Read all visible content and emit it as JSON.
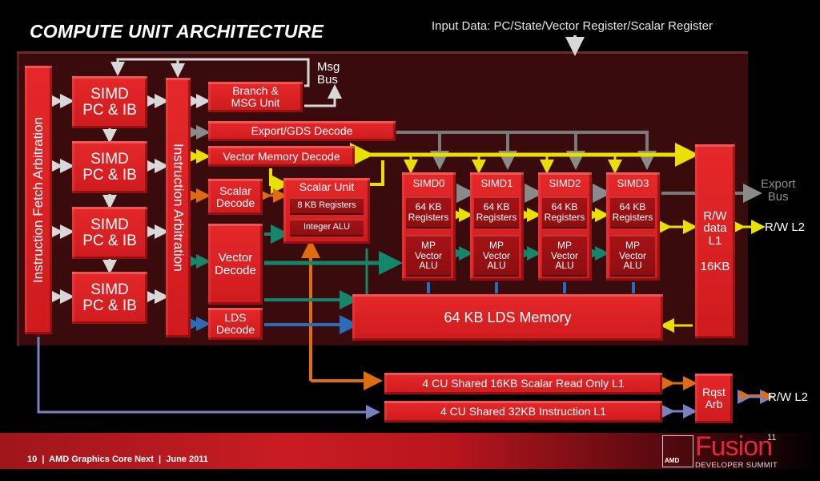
{
  "slide": {
    "title": "COMPUTE UNIT ARCHITECTURE",
    "input_data_label": "Input Data: PC/State/Vector Register/Scalar Register"
  },
  "blocks": {
    "instruction_fetch_arbitration": "Instruction Fetch Arbitration",
    "instruction_arbitration": "Instruction Arbitration",
    "simd_pc_ib": [
      {
        "line1": "SIMD",
        "line2": "PC & IB"
      },
      {
        "line1": "SIMD",
        "line2": "PC & IB"
      },
      {
        "line1": "SIMD",
        "line2": "PC & IB"
      },
      {
        "line1": "SIMD",
        "line2": "PC & IB"
      }
    ],
    "branch_msg_unit": {
      "line1": "Branch &",
      "line2": "MSG Unit"
    },
    "msg_bus": {
      "line1": "Msg",
      "line2": "Bus"
    },
    "export_gds_decode": "Export/GDS Decode",
    "vector_memory_decode": "Vector Memory Decode",
    "scalar_decode": {
      "line1": "Scalar",
      "line2": "Decode"
    },
    "vector_decode": {
      "line1": "Vector",
      "line2": "Decode"
    },
    "lds_decode": {
      "line1": "LDS",
      "line2": "Decode"
    },
    "scalar_unit": {
      "title": "Scalar Unit",
      "registers": "8 KB Registers",
      "alu": "Integer ALU"
    },
    "simds": [
      {
        "name": "SIMD0",
        "reg1": "64 KB",
        "reg2": "Registers",
        "alu1": "MP",
        "alu2": "Vector",
        "alu3": "ALU"
      },
      {
        "name": "SIMD1",
        "reg1": "64 KB",
        "reg2": "Registers",
        "alu1": "MP",
        "alu2": "Vector",
        "alu3": "ALU"
      },
      {
        "name": "SIMD2",
        "reg1": "64 KB",
        "reg2": "Registers",
        "alu1": "MP",
        "alu2": "Vector",
        "alu3": "ALU"
      },
      {
        "name": "SIMD3",
        "reg1": "64 KB",
        "reg2": "Registers",
        "alu1": "MP",
        "alu2": "Vector",
        "alu3": "ALU"
      }
    ],
    "lds_memory": "64 KB LDS Memory",
    "rw_data_l1": {
      "line1": "R/W",
      "line2": "data",
      "line3": "L1",
      "line4": "16KB"
    },
    "export_bus": {
      "line1": "Export",
      "line2": "Bus"
    },
    "rw_l2_top": "R/W L2",
    "scalar_ro_l1": "4 CU Shared 16KB Scalar Read Only L1",
    "instruction_l1": "4 CU Shared 32KB Instruction L1",
    "rqst_arb": {
      "line1": "Rqst",
      "line2": "Arb"
    },
    "rw_l2_bottom": "R/W L2"
  },
  "colors": {
    "block_red": "#d8202a",
    "panel_bg": "#3a0b0d",
    "yellow_bus": "#e8e000",
    "gray_bus": "#7a7a7a",
    "orange_bus": "#e06c10",
    "green_bus": "#14866a",
    "blue_bus": "#2a6cb8",
    "lavender_bus": "#7b80c0",
    "fusion_red": "#e3263a"
  },
  "footer": {
    "text": "10  |  AMD Graphics Core Next  |  June 2011",
    "amd_logo": "AMD",
    "brand": "Fusion",
    "brand_sup": "11",
    "subtitle": "DEVELOPER SUMMIT"
  }
}
